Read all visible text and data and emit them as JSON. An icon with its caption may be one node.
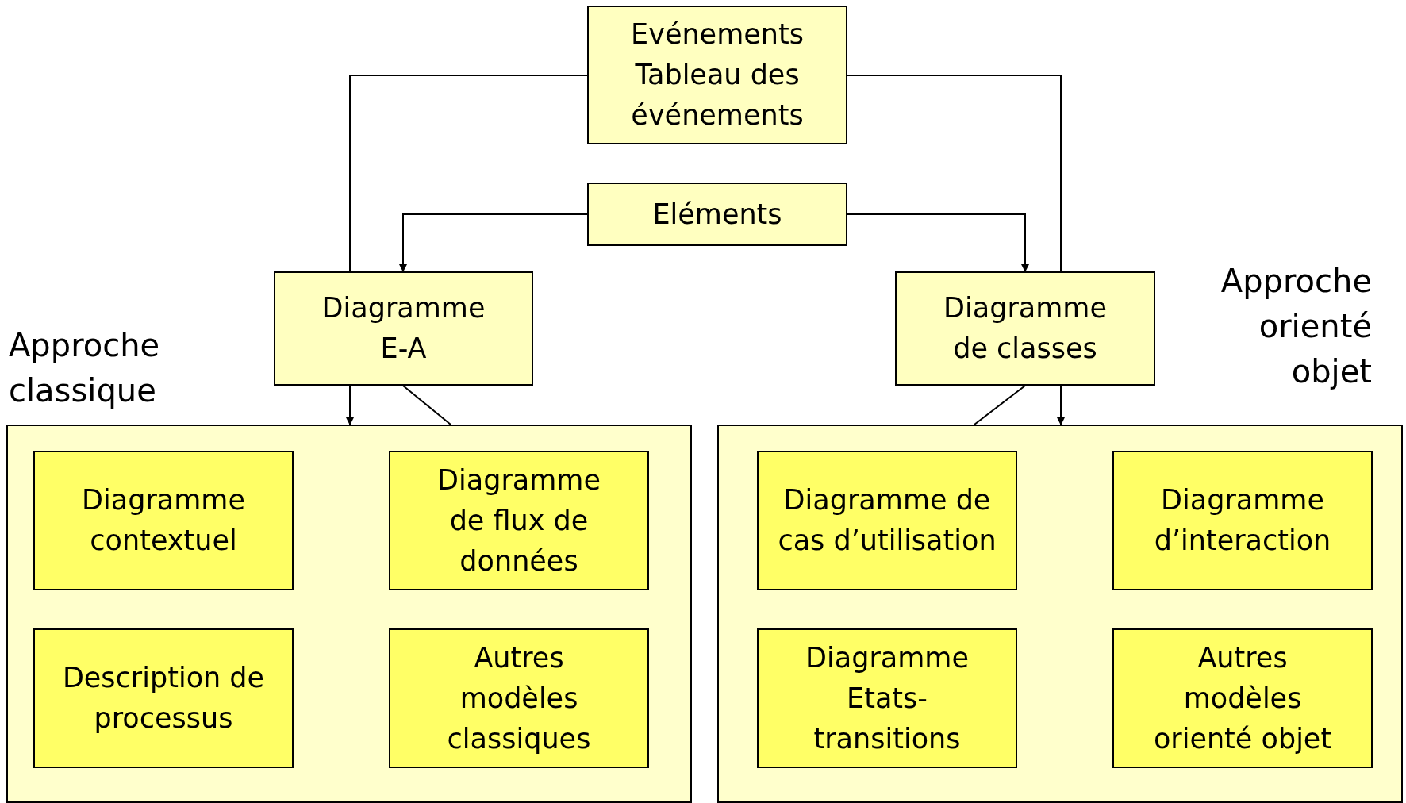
{
  "diagram": {
    "nodes": [
      {
        "text": [
          "Evénements Tableau des événements"
        ]
      },
      {
        "text": [
          "Eléments"
        ]
      },
      {
        "text": [
          "Diagramme E-A"
        ]
      },
      {
        "text": [
          "Diagramme de classes"
        ]
      },
      {
        "text": [],
        "shape": "box"
      },
      {
        "text": [
          "Diagramme contextuel"
        ],
        "in": 4
      },
      {
        "text": [
          "Diagramme de flux de données"
        ],
        "in": 4
      },
      {
        "text": [
          "Description de processus"
        ],
        "in": 4
      },
      {
        "text": [
          "Autres modèles classiques"
        ],
        "in": 4
      },
      {
        "text": [],
        "shape": "box"
      },
      {
        "text": [
          "Diagramme de cas d’utilisation"
        ],
        "in": 9
      },
      {
        "text": [
          "Diagramme d’interaction"
        ],
        "in": 9
      },
      {
        "text": [
          "Diagramme Etats-transitions"
        ],
        "in": 9
      },
      {
        "text": [
          "Autres modèles orienté objet"
        ],
        "in": 9
      }
    ],
    "edges": [
      {
        "from": 0,
        "to": 2,
        "arrow": "none"
      },
      {
        "from": 0,
        "to": 3,
        "arrow": "none"
      },
      {
        "from": 1,
        "to": 2,
        "arrow": "to"
      },
      {
        "from": 1,
        "to": 3,
        "arrow": "to"
      },
      {
        "from": 2,
        "to": 4,
        "arrow": "to"
      },
      {
        "from": 2,
        "to": 4,
        "arrow": "none"
      },
      {
        "from": 3,
        "to": 9,
        "arrow": "none"
      },
      {
        "from": 3,
        "to": 9,
        "arrow": "to"
      }
    ],
    "labels": [
      "Approche classique",
      "Approche orienté objet"
    ]
  }
}
